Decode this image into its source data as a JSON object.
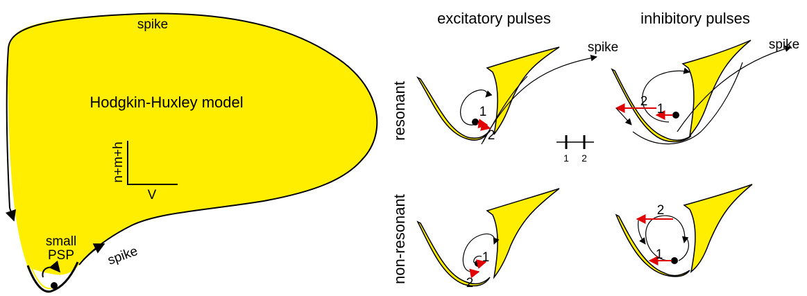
{
  "colors": {
    "fill": "#ffee00",
    "stroke": "#000000",
    "pulse": "#e00000"
  },
  "left_panel": {
    "title": "Hodgkin-Huxley model",
    "spike_top": "spike",
    "spike_bottom": "spike",
    "small_psp": [
      "small",
      "PSP"
    ],
    "axis_y": "n+m+h",
    "axis_x": "V"
  },
  "columns": [
    "excitatory pulses",
    "inhibitory pulses"
  ],
  "rows": [
    "resonant",
    "non-resonant"
  ],
  "panels": {
    "res_exc": {
      "spike": "spike",
      "p1": "1",
      "p2": "2"
    },
    "res_inh": {
      "spike": "spike",
      "p1": "1",
      "p2": "2"
    },
    "non_exc": {
      "p1": "1",
      "p2": "2"
    },
    "non_inh": {
      "p1": "1",
      "p2": "2"
    }
  },
  "timeline": {
    "t1": "1",
    "t2": "2"
  }
}
